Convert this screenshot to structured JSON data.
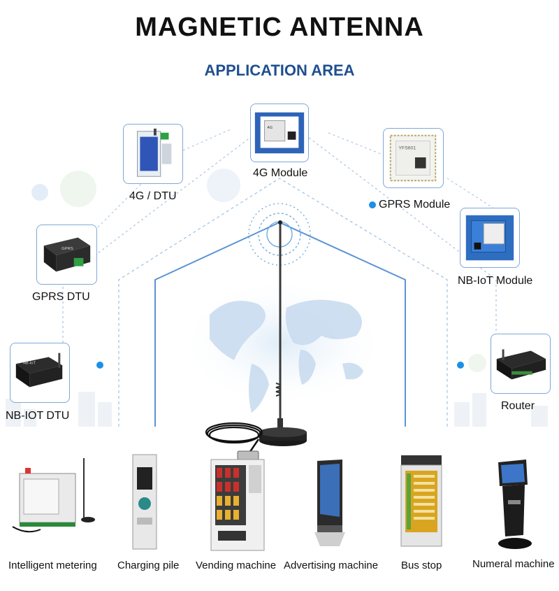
{
  "header": {
    "title": "MAGNETIC ANTENNA",
    "subtitle": "APPLICATION AREA"
  },
  "colors": {
    "subtitle": "#1f4f8f",
    "accent_dot": "#1d8fe6",
    "card_border": "#7fa8d6"
  },
  "devices": [
    {
      "label": "4G Module",
      "icon": "module-board-icon"
    },
    {
      "label": "4G / DTU",
      "icon": "dtu-box-icon"
    },
    {
      "label": "GPRS Module",
      "icon": "chip-module-icon"
    },
    {
      "label": "GPRS DTU",
      "icon": "dtu-box-icon"
    },
    {
      "label": "NB-IoT Module",
      "icon": "module-board-icon"
    },
    {
      "label": "NB-IOT DTU",
      "icon": "dtu-box-icon"
    },
    {
      "label": "Router",
      "icon": "router-icon"
    }
  ],
  "applications": [
    {
      "label": "Intelligent metering",
      "icon": "meter-icon"
    },
    {
      "label": "Charging pile",
      "icon": "charging-pile-icon"
    },
    {
      "label": "Vending machine",
      "icon": "vending-machine-icon"
    },
    {
      "label": "Advertising machine",
      "icon": "kiosk-icon"
    },
    {
      "label": "Bus stop",
      "icon": "bus-stop-sign-icon"
    },
    {
      "label": "Numeral machine",
      "icon": "queue-kiosk-icon"
    }
  ],
  "center_product": {
    "icon": "magnetic-antenna-icon"
  }
}
